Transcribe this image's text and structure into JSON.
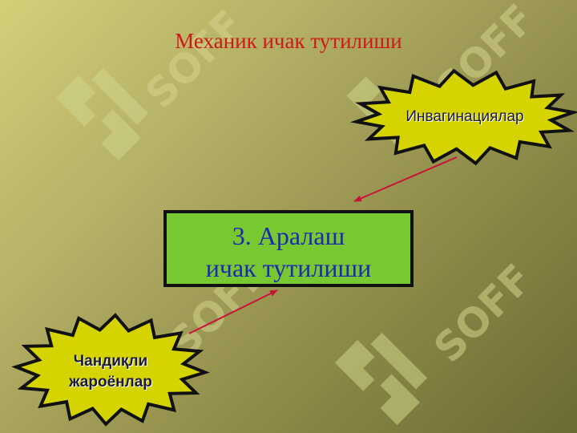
{
  "title": "Механик ичак тутилиши",
  "center_box": {
    "line1": "3. Аралаш",
    "line2": "ичак тутилиши"
  },
  "burst_top": {
    "label": "Инвагинациялар"
  },
  "burst_bottom": {
    "line1": "Чандиқли",
    "line2": "жароёнлар"
  },
  "watermark": {
    "text": "SOFF"
  },
  "colors": {
    "title": "#cc1a1a",
    "box_fill": "#77c831",
    "box_text": "#1a2bb0",
    "burst_fill": "#d6d400",
    "arrow": "#c8143a"
  }
}
